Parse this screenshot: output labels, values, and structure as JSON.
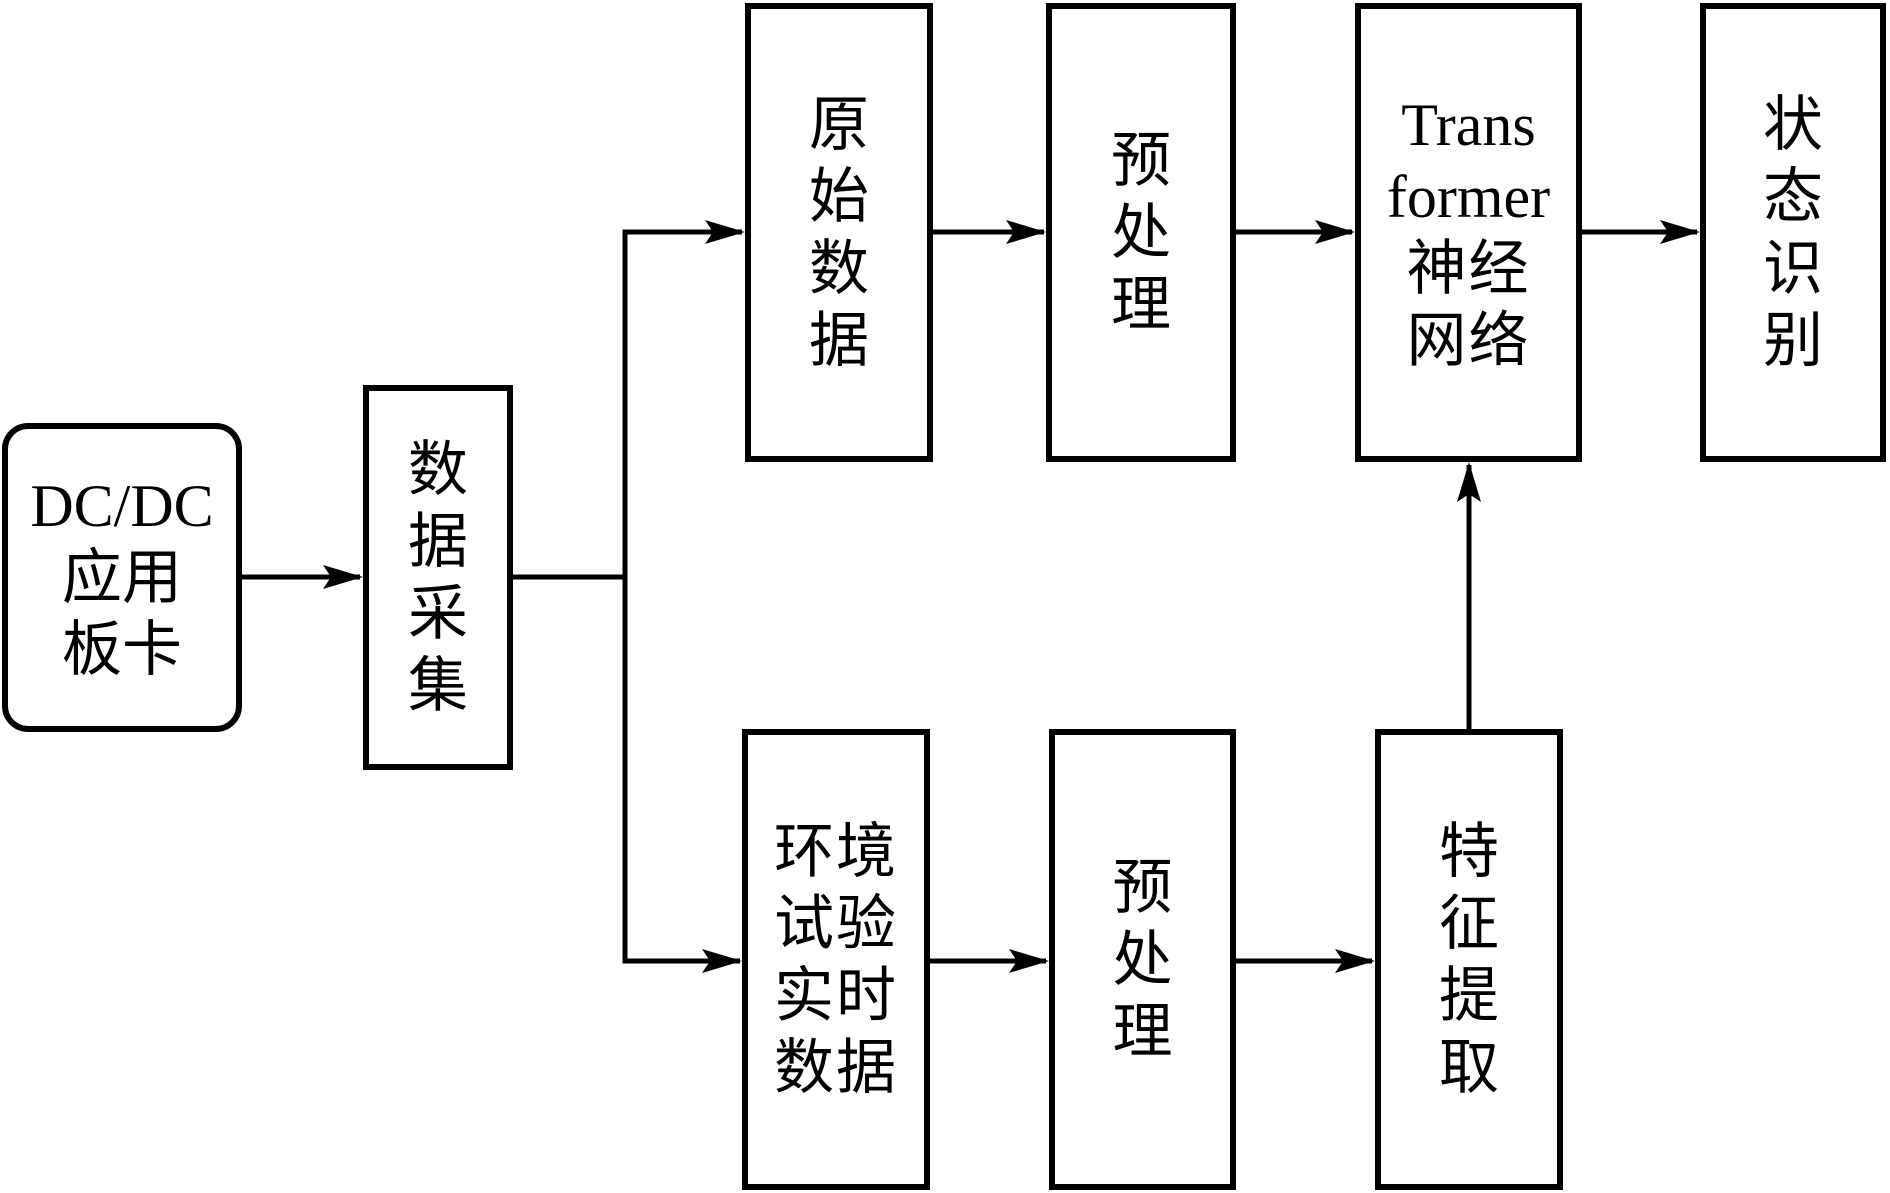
{
  "diagram": {
    "nodes": {
      "source": {
        "label": "DC/DC 应用板卡"
      },
      "acquisition": {
        "label": "数据采集"
      },
      "raw_data": {
        "label": "原始数据"
      },
      "preprocess_top": {
        "label": "预处理"
      },
      "transformer": {
        "label_line1": "Trans",
        "label_line2": "former",
        "label_line3": "神经网络"
      },
      "state_recognition": {
        "label": "状态识别"
      },
      "env_test_data": {
        "label": "环境试验实时数据"
      },
      "preprocess_bottom": {
        "label": "预处理"
      },
      "feature_extraction": {
        "label": "特征提取"
      }
    },
    "edges": [
      {
        "from": "source",
        "to": "acquisition"
      },
      {
        "from": "acquisition",
        "to": "raw_data"
      },
      {
        "from": "acquisition",
        "to": "env_test_data"
      },
      {
        "from": "raw_data",
        "to": "preprocess_top"
      },
      {
        "from": "preprocess_top",
        "to": "transformer"
      },
      {
        "from": "transformer",
        "to": "state_recognition"
      },
      {
        "from": "env_test_data",
        "to": "preprocess_bottom"
      },
      {
        "from": "preprocess_bottom",
        "to": "feature_extraction"
      },
      {
        "from": "feature_extraction",
        "to": "transformer"
      }
    ],
    "line_color": "#000000",
    "background": "#ffffff"
  }
}
